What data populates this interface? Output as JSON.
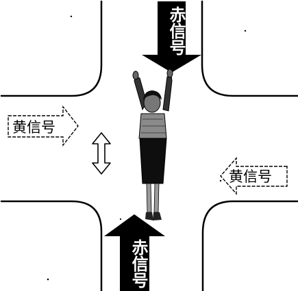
{
  "signals": {
    "red_top": {
      "text": "赤信号"
    },
    "red_bottom": {
      "text": "赤信号"
    },
    "yellow_left": {
      "text": "黄信号"
    },
    "yellow_right": {
      "text": "黄信号"
    }
  },
  "colors": {
    "ink": "#000000",
    "paper": "#ffffff"
  },
  "icons": {
    "officer": "traffic-officer-figure",
    "rotate": "double-headed-arrow-icon"
  }
}
